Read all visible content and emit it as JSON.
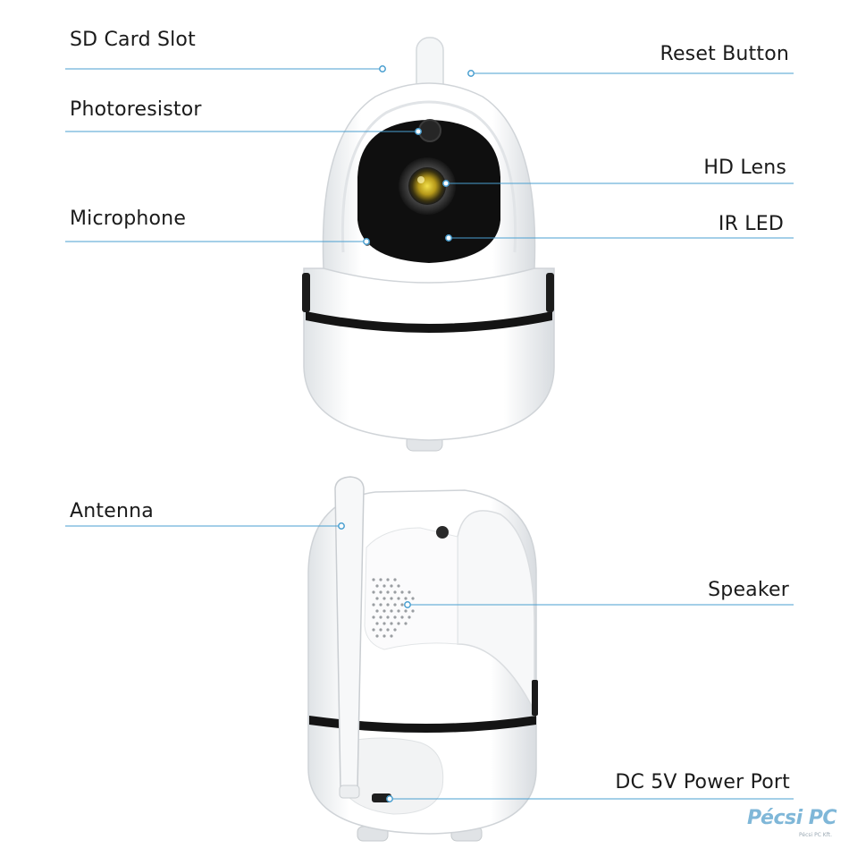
{
  "labels": {
    "sd_card_slot": "SD Card Slot",
    "reset_button": "Reset Button",
    "photoresistor": "Photoresistor",
    "hd_lens": "HD Lens",
    "microphone": "Microphone",
    "ir_led": "IR LED",
    "antenna": "Antenna",
    "speaker": "Speaker",
    "dc_power_port": "DC 5V Power Port"
  },
  "watermark": {
    "text": "Pécsi PC",
    "sub": "Pécsi PC Kft."
  },
  "colors": {
    "leader_line": "#4a9fd0",
    "camera_body": "#ffffff",
    "camera_shadow": "#d9dde0",
    "face_black": "#0d0d0d",
    "lens_yellow": "#c9b12a",
    "watermark": "#7fb7d8"
  }
}
